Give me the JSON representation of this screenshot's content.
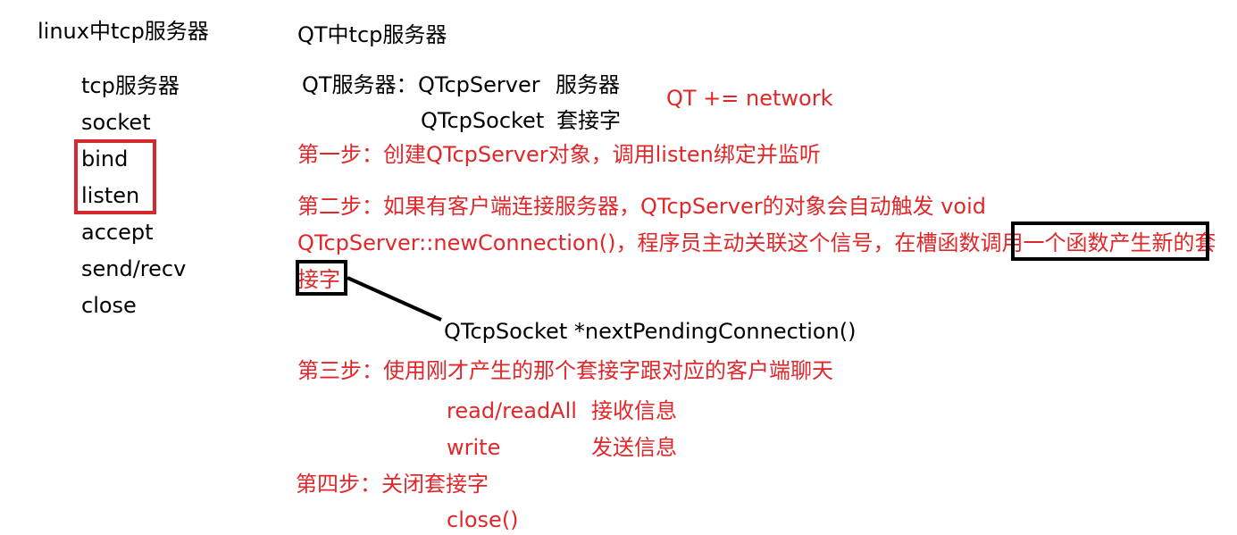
{
  "linux_column": {
    "heading": "linux中tcp服务器",
    "items": [
      "tcp服务器",
      "socket",
      "bind",
      "listen",
      "accept",
      "send/recv",
      "close"
    ]
  },
  "qt_column": {
    "heading": "QT中tcp服务器",
    "server_label": "QT服务器：",
    "server_class": "QTcpServer",
    "server_desc": "服务器",
    "socket_class": "QTcpSocket",
    "socket_desc": "套接字",
    "qt_config": "QT += network",
    "step1": "第一步：创建QTcpServer对象，调用listen绑定并监听",
    "step2_line1": "第二步：如果有客户端连接服务器，QTcpServer的对象会自动触发 void",
    "step2_line2_a": "QTcpServer::newConnection()，程序员主动关联这个信号，在槽函数调用",
    "step2_line2_b": "一个函数产生新的套",
    "step2_line3": "接字",
    "pending_function": "QTcpSocket *nextPendingConnection()",
    "step3": "第三步：使用刚才产生的那个套接字跟对应的客户端聊天",
    "read_func": "read/readAll",
    "read_desc": "接收信息",
    "write_func": "write",
    "write_desc": "发送信息",
    "step4": "第四步：关闭套接字",
    "close_func": "close()"
  },
  "colors": {
    "text": "#000000",
    "annotation_red": "#e0272a",
    "highlight_red_box": "#d42a2e",
    "highlight_black_box": "#000000"
  }
}
